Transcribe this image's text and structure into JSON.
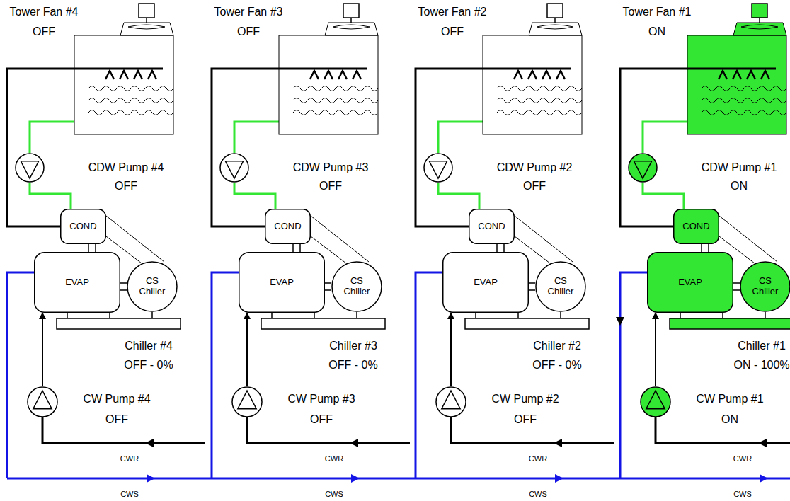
{
  "diagram": {
    "nodes": [
      {
        "text": [
          "Tower Fan #4",
          "OFF"
        ]
      },
      {
        "text": [
          "CDW Pump #4",
          "OFF"
        ]
      },
      {
        "text": [
          "COND"
        ]
      },
      {
        "text": [
          "EVAP"
        ]
      },
      {
        "text": [
          "CS Chiller"
        ]
      },
      {
        "text": [
          "CW Pump #4",
          "OFF"
        ]
      },
      {
        "text": [
          "Tower Fan #3",
          "OFF"
        ]
      },
      {
        "text": [
          "CDW Pump #3",
          "OFF"
        ]
      },
      {
        "text": [
          "COND"
        ]
      },
      {
        "text": [
          "EVAP"
        ]
      },
      {
        "text": [
          "CS Chiller"
        ]
      },
      {
        "text": [
          "CW Pump #3",
          "OFF"
        ]
      },
      {
        "text": [
          "Tower Fan #2",
          "OFF"
        ]
      },
      {
        "text": [
          "CDW Pump #2",
          "OFF"
        ]
      },
      {
        "text": [
          "COND"
        ]
      },
      {
        "text": [
          "EVAP"
        ]
      },
      {
        "text": [
          "CS Chiller"
        ]
      },
      {
        "text": [
          "CW Pump #2",
          "OFF"
        ]
      },
      {
        "text": [
          "Tower Fan #1",
          "ON"
        ]
      },
      {
        "text": [
          "CDW Pump #1",
          "ON"
        ]
      },
      {
        "text": [
          "COND"
        ]
      },
      {
        "text": [
          "EVAP"
        ]
      },
      {
        "text": [
          "CS Chiller"
        ]
      },
      {
        "text": [
          "CW Pump #1",
          "ON"
        ]
      }
    ],
    "edges": [
      {
        "from": 0,
        "to": 1,
        "arrow": "none"
      },
      {
        "from": 1,
        "to": 2,
        "arrow": "none"
      },
      {
        "from": 2,
        "to": 0,
        "arrow": "none"
      },
      {
        "from": 5,
        "to": 3,
        "arrow": "to"
      },
      {
        "from": 6,
        "to": 7,
        "arrow": "none"
      },
      {
        "from": 7,
        "to": 8,
        "arrow": "none"
      },
      {
        "from": 8,
        "to": 6,
        "arrow": "none"
      },
      {
        "from": 11,
        "to": 9,
        "arrow": "to"
      },
      {
        "from": 12,
        "to": 13,
        "arrow": "none"
      },
      {
        "from": 13,
        "to": 14,
        "arrow": "none"
      },
      {
        "from": 14,
        "to": 12,
        "arrow": "none"
      },
      {
        "from": 17,
        "to": 15,
        "arrow": "to"
      },
      {
        "from": 18,
        "to": 19,
        "arrow": "none"
      },
      {
        "from": 19,
        "to": 20,
        "arrow": "none"
      },
      {
        "from": 20,
        "to": 18,
        "arrow": "none"
      },
      {
        "from": 23,
        "to": 21,
        "arrow": "to"
      }
    ],
    "labels": [
      "Chiller #4",
      "OFF - 0%",
      "CWR",
      "CWS",
      "Chiller #3",
      "OFF - 0%",
      "CWR",
      "CWS",
      "Chiller #2",
      "OFF - 0%",
      "CWR",
      "CWS",
      "Chiller #1",
      "ON - 100%",
      "CWR",
      "CWS"
    ]
  }
}
